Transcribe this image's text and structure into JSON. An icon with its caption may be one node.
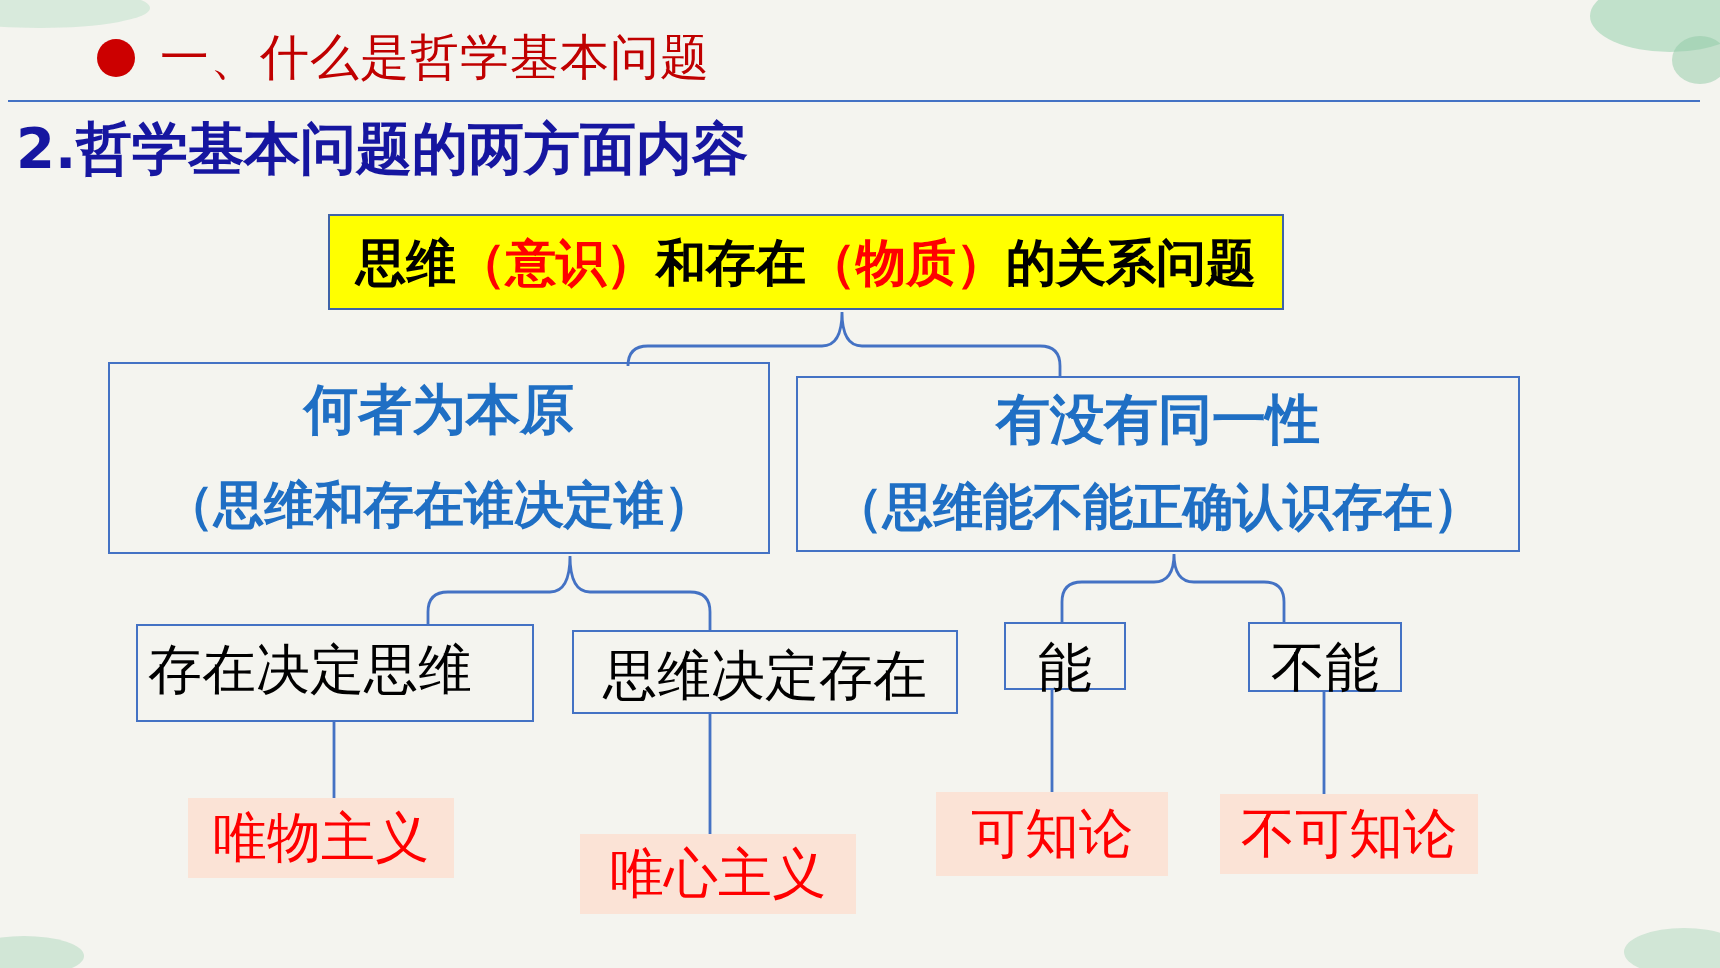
{
  "diagram": {
    "title": "2.哲学基本问题的两方面内容",
    "nodes": [
      {
        "text": [
          "思维（*意识*）和存在（*物质*）的关系问题"
        ]
      },
      {
        "text": [
          "何者为本原",
          "（思维和存在谁决定谁）"
        ]
      },
      {
        "text": [
          "有没有同一性",
          "（思维能不能正确认识存在）"
        ]
      },
      {
        "text": [
          "存在决定思维"
        ]
      },
      {
        "text": [
          "思维决定存在"
        ]
      },
      {
        "text": [
          "能"
        ]
      },
      {
        "text": [
          "不能"
        ]
      },
      {
        "text": [
          "唯物主义"
        ]
      },
      {
        "text": [
          "唯心主义"
        ]
      },
      {
        "text": [
          "可知论"
        ]
      },
      {
        "text": [
          "不可知论"
        ]
      }
    ],
    "edges": [
      {
        "from": 0,
        "to": 1,
        "arrow": "none"
      },
      {
        "from": 0,
        "to": 2,
        "arrow": "none"
      },
      {
        "from": 1,
        "to": 3,
        "arrow": "none"
      },
      {
        "from": 1,
        "to": 4,
        "arrow": "none"
      },
      {
        "from": 2,
        "to": 5,
        "arrow": "none"
      },
      {
        "from": 2,
        "to": 6,
        "arrow": "none"
      },
      {
        "from": 3,
        "to": 7,
        "arrow": "none"
      },
      {
        "from": 4,
        "to": 8,
        "arrow": "none"
      },
      {
        "from": 5,
        "to": 9,
        "arrow": "none"
      },
      {
        "from": 6,
        "to": 10,
        "arrow": "none"
      }
    ],
    "labels": [
      "一、什么是哲学基本问题"
    ]
  }
}
